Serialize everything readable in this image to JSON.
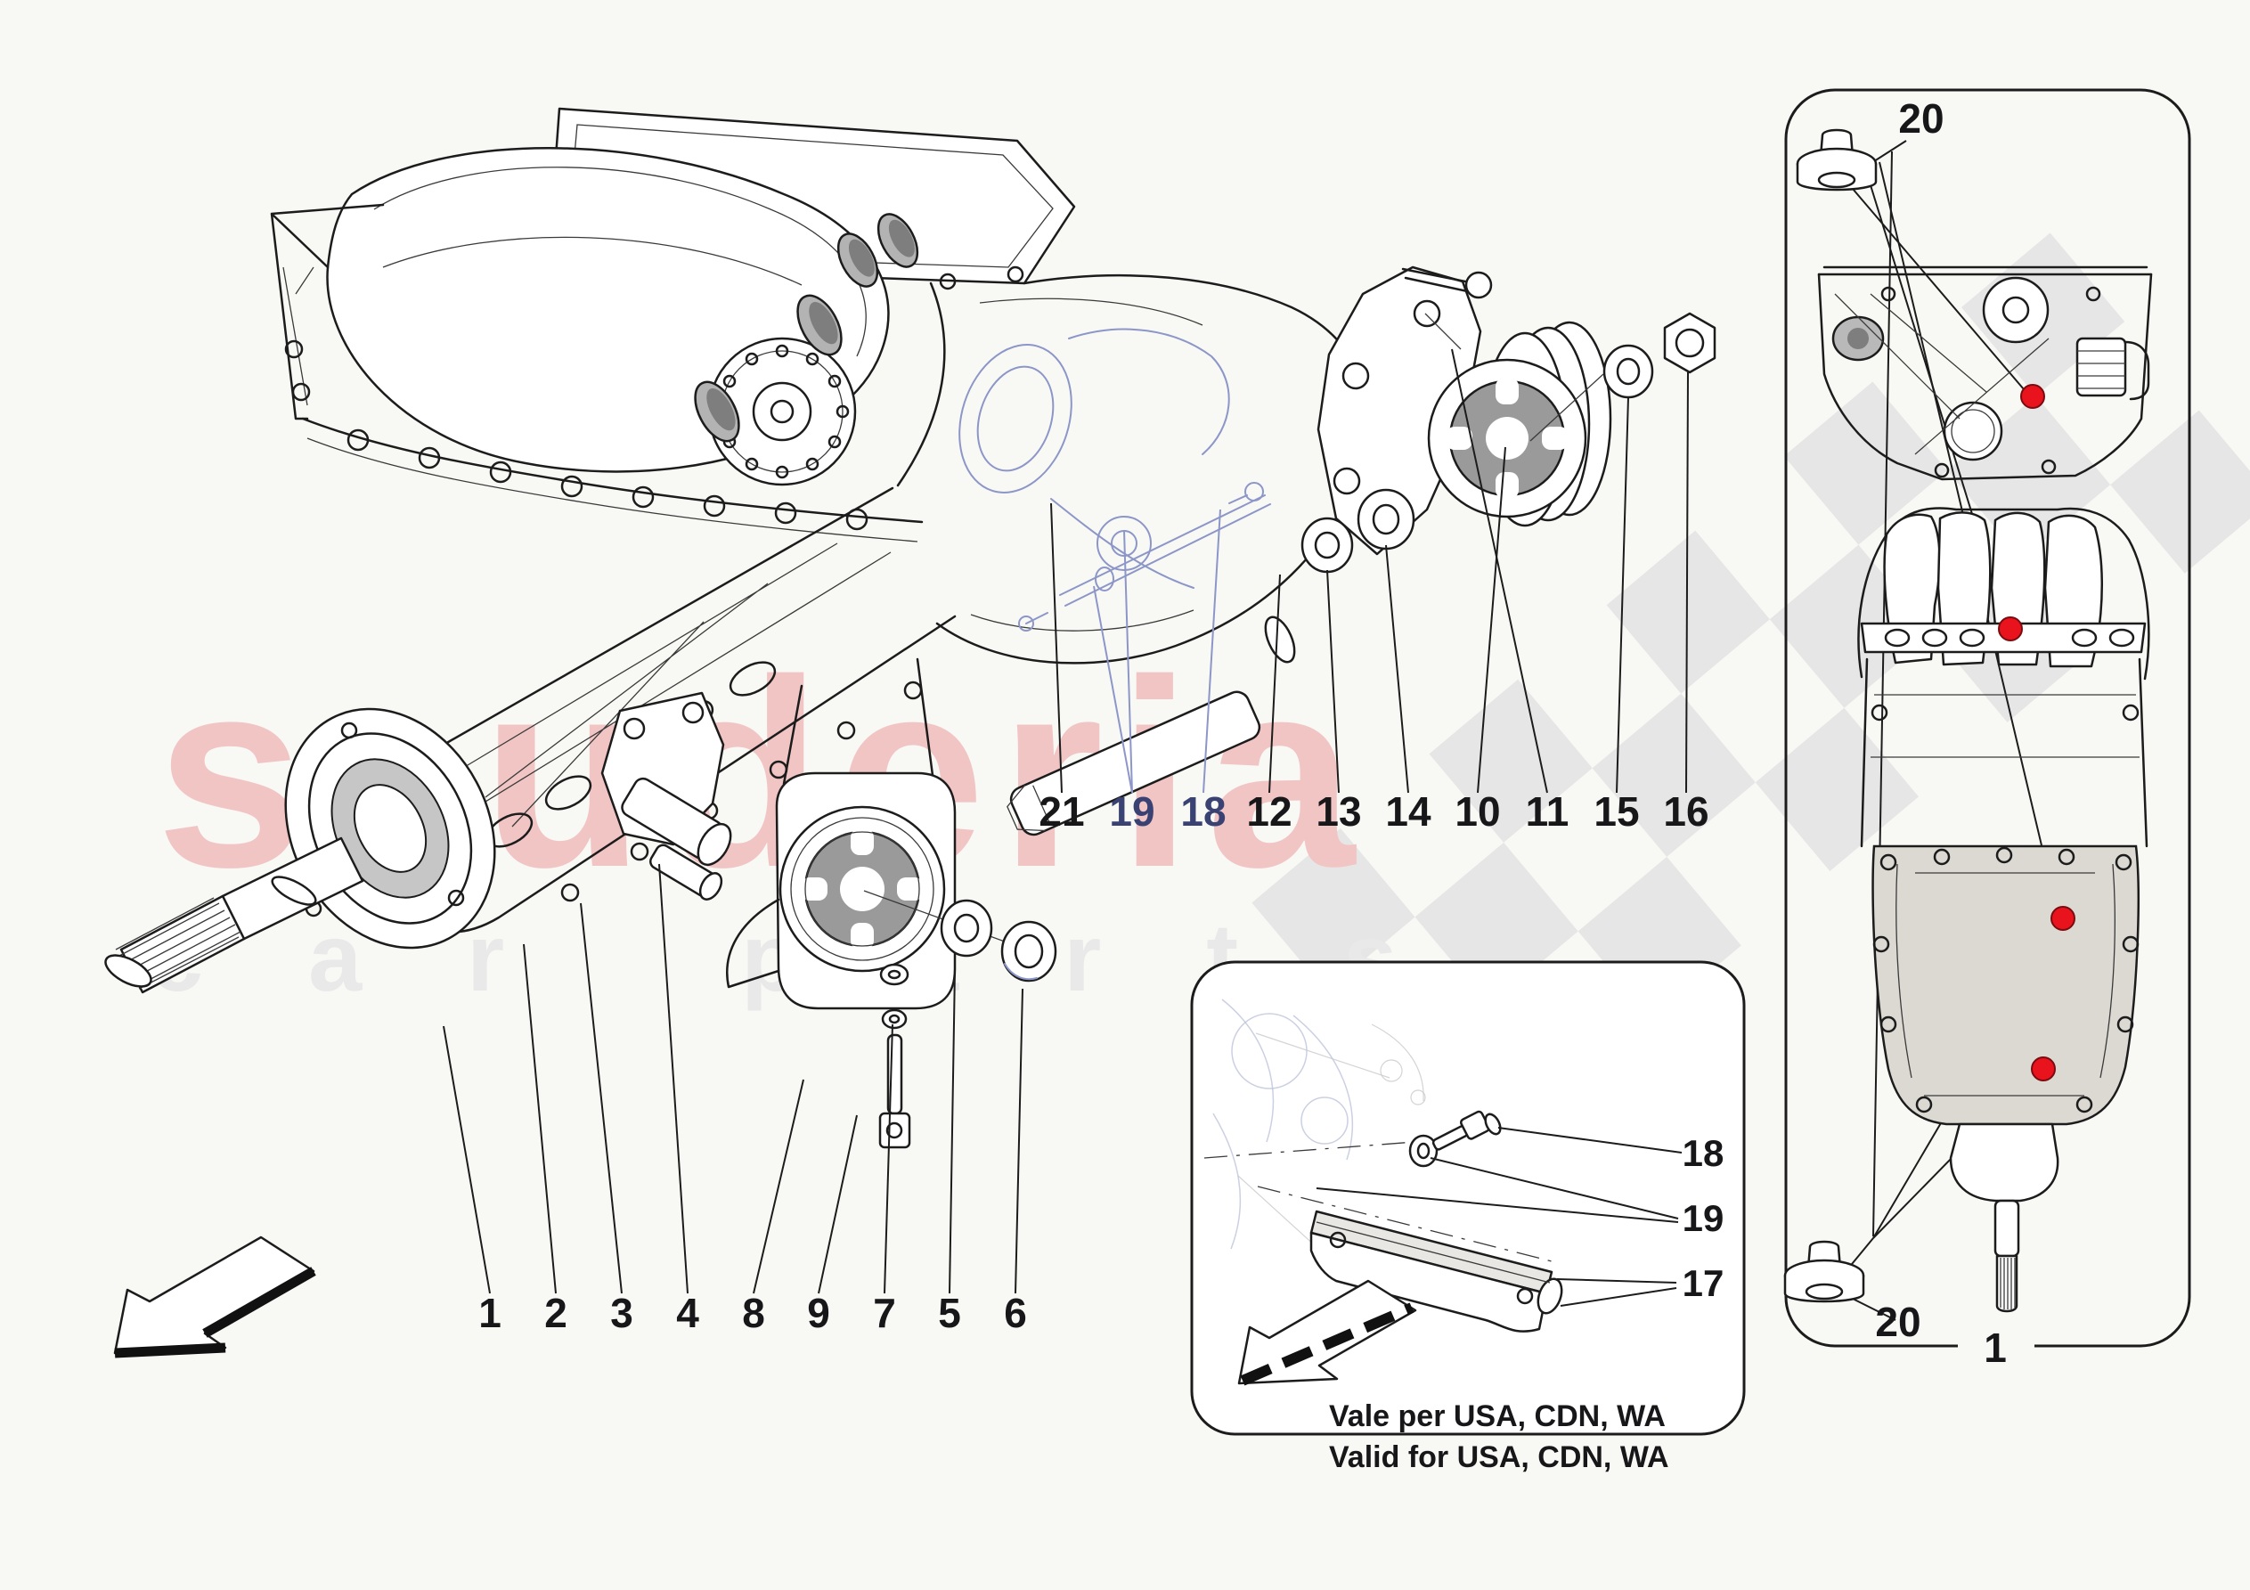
{
  "watermark": {
    "brand": "scuderia",
    "sub": "car parts",
    "brand_color": "#f2c5c5",
    "sub_color": "#e9e9e9"
  },
  "callouts": {
    "bottom": [
      "1",
      "2",
      "3",
      "4",
      "8",
      "9",
      "7",
      "5",
      "6"
    ],
    "middle": [
      "21",
      "19",
      "18",
      "12",
      "13",
      "14",
      "10",
      "11",
      "15",
      "16"
    ]
  },
  "inset": {
    "callouts": [
      "18",
      "19",
      "17"
    ],
    "note_line1": "Vale per USA, CDN, WA",
    "note_line2": "Valid for USA, CDN, WA"
  },
  "side_panel": {
    "grommet_top": "20",
    "grommet_bottom": "20",
    "assembly": "1"
  },
  "colors": {
    "accent_red": "#e8131c",
    "blue_label": "#3a4173",
    "blue_line": "#8d96c8",
    "check": "#e6e6e6",
    "label": "#17171a"
  }
}
